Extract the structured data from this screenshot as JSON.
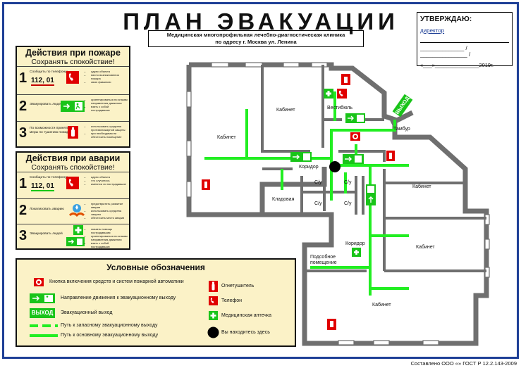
{
  "header": {
    "title": "ПЛАН ЭВАКУАЦИИ",
    "subtitle_line1": "Медицинская многопрофильная лечебно-диагностическая клиника",
    "subtitle_line2": "по адресу г. Москва ул. Ленина"
  },
  "approval": {
    "heading": "УТВЕРЖДАЮ:",
    "role": "директор",
    "slash": "/",
    "date_text": "«___»_______________2019г."
  },
  "fire_panel": {
    "title": "Действия при пожаре",
    "subtitle": "Сохранять спокойствие!",
    "steps": [
      {
        "num": "1",
        "text": "Сообщить по телефону:",
        "phone": "112, 01",
        "bullets": [
          "адрес объекта",
          "место возникновения пожара",
          "свою фамилию"
        ]
      },
      {
        "num": "2",
        "text": "Эвакуировать людей",
        "bullets": [
          "ориентироваться по знакам направления движения",
          "взять с собой пострадавших"
        ]
      },
      {
        "num": "3",
        "text": "По возможности принять меры по тушению пожара",
        "bullets": [
          "использовать средства противопожарной защиты",
          "при необходимости обесточить помещение"
        ]
      }
    ]
  },
  "accident_panel": {
    "title": "Действия при аварии",
    "subtitle": "Сохранять спокойствие!",
    "steps": [
      {
        "num": "1",
        "text": "Сообщить по телефону:",
        "phone": "112, 01",
        "bullets": [
          "адрес объекта",
          "что случилось",
          "имеются ли пострадавшие"
        ]
      },
      {
        "num": "2",
        "text": "Локализовать аварию",
        "bullets": [
          "предотвратить развитие аварии",
          "использовать средства защиты",
          "обесточить место аварии"
        ]
      },
      {
        "num": "3",
        "text": "Эвакуировать людей",
        "bullets": [
          "оказать помощь пострадавшим",
          "ориентироваться по знакам направления движения",
          "взять с собой пострадавших"
        ]
      }
    ]
  },
  "legend": {
    "title": "Условные обозначения",
    "items_left": [
      {
        "icon": "fire-alarm-button-icon",
        "label": "Кнопка включения средств и систем пожарной автоматики"
      },
      {
        "icon": "exit-direction-icon",
        "label": "Направление движения к эвакуационному выходу"
      },
      {
        "icon": "exit-sign-icon",
        "label": "Эвакуационный выход",
        "sign_text": "ВЫХОД"
      },
      {
        "icon": "dashed-path-icon",
        "label": "Путь к запасному эвакуационному выходу"
      },
      {
        "icon": "solid-path-icon",
        "label": "Путь к основному эвакуационному выходу"
      }
    ],
    "items_right": [
      {
        "icon": "extinguisher-icon",
        "label": "Огнетушитель"
      },
      {
        "icon": "phone-icon",
        "label": "Телефон"
      },
      {
        "icon": "first-aid-icon",
        "label": "Медицинская аптечка"
      },
      {
        "icon": "you-are-here-icon",
        "label": "Вы находитесь здесь"
      }
    ]
  },
  "rooms": {
    "cabinet_left": "Кабинет",
    "cabinet_top": "Кабинет",
    "vestibule": "Вестибюль",
    "tambur": "Тамбур",
    "corridor_top": "Коридор",
    "storage": "Кладовая",
    "wc1": "С/у",
    "wc2": "С/у",
    "wc3": "С/у",
    "wc4": "С/у",
    "cabinet_right1": "Кабинет",
    "corridor_bottom": "Коридор",
    "cabinet_right2": "Кабинет",
    "basement_line1": "Подсобное",
    "basement_line2": "помещение",
    "cabinet_bottom": "Кабинет",
    "exit_sign": "ВЫХОД"
  },
  "footer": "Составлено ООО «» ГОСТ Р 12.2.143-2009",
  "colors": {
    "wall": "#6f6f6f",
    "path_green": "#22ee22",
    "sign_green": "#19c419",
    "sign_red": "#e00000",
    "panel_bg": "#fbf2c7",
    "frame_blue": "#1e3f96"
  }
}
